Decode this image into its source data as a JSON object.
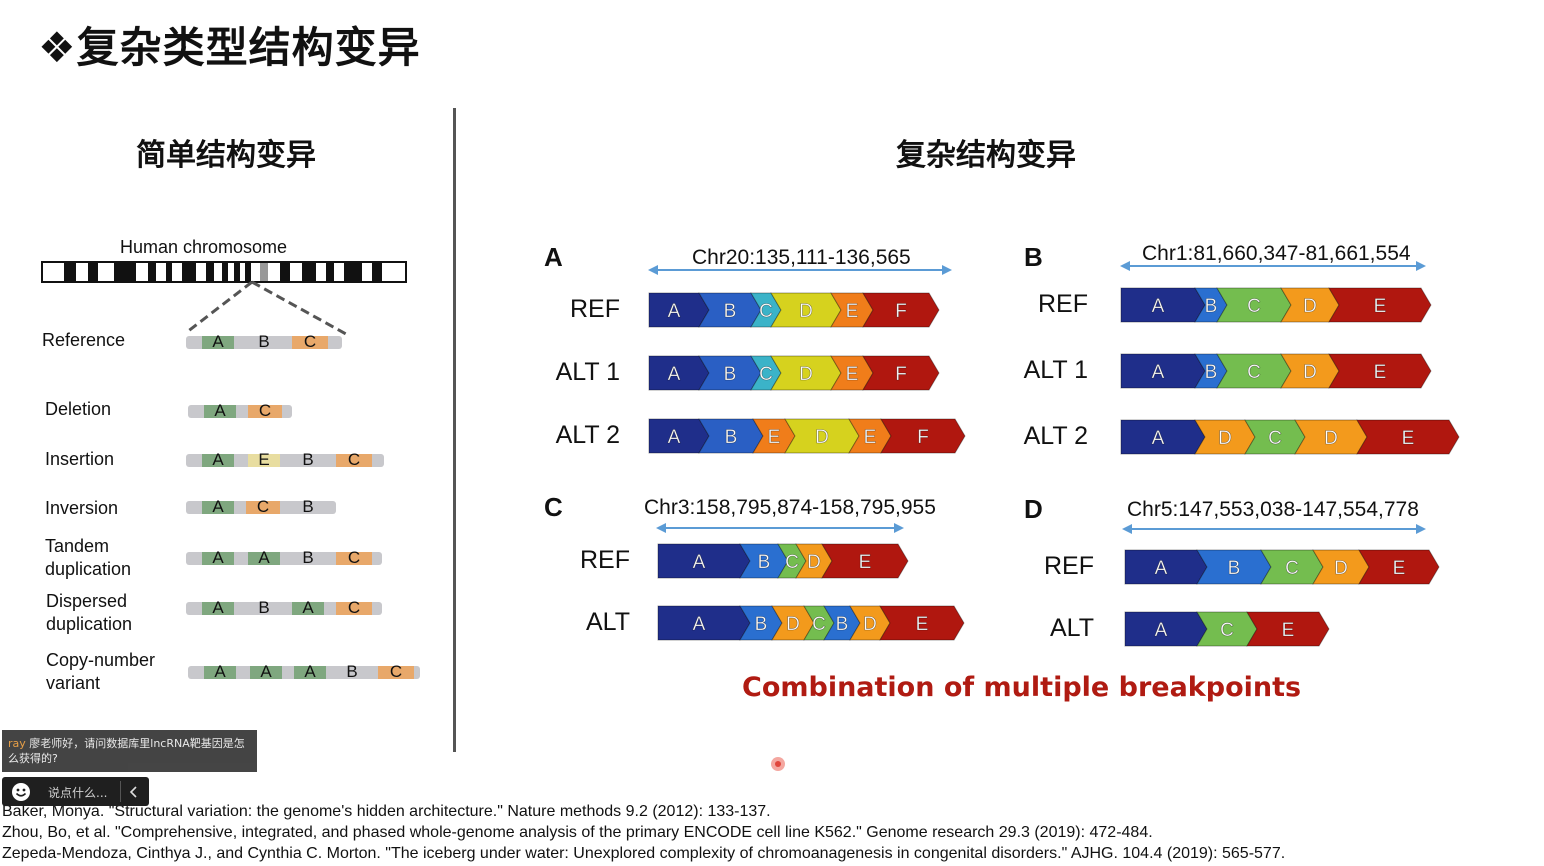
{
  "title": "❖复杂类型结构变异",
  "left_panel": {
    "heading": "简单结构变异",
    "chromosome_label": "Human  chromosome",
    "rows": [
      {
        "label": "Reference",
        "blocks": [
          "A",
          "B",
          "C"
        ]
      },
      {
        "label": "Deletion",
        "blocks": [
          "A",
          "C"
        ]
      },
      {
        "label": "Insertion",
        "blocks": [
          "A",
          "E",
          "B",
          "C"
        ]
      },
      {
        "label": "Inversion",
        "blocks": [
          "A",
          "C",
          "B"
        ]
      },
      {
        "label": "Tandem\nduplication",
        "blocks": [
          "A",
          "A",
          "B",
          "C"
        ]
      },
      {
        "label": "Dispersed\nduplication",
        "blocks": [
          "A",
          "B",
          "A",
          "C"
        ]
      },
      {
        "label": "Copy-number\nvariant",
        "blocks": [
          "A",
          "A",
          "A",
          "B",
          "C"
        ]
      }
    ]
  },
  "right_panel": {
    "heading": "复杂结构变异",
    "caption": "Combination of multiple breakpoints",
    "panels": [
      {
        "id": "A",
        "coord": "Chr20:135,111-136,565",
        "rows": [
          {
            "label": "REF",
            "segs": [
              "A",
              "B",
              "C",
              "D",
              "E",
              "F"
            ]
          },
          {
            "label": "ALT 1",
            "segs": [
              "A",
              "B",
              "C",
              "D",
              "E",
              "F"
            ]
          },
          {
            "label": "ALT 2",
            "segs": [
              "A",
              "B",
              "E",
              "D",
              "E",
              "F"
            ]
          }
        ]
      },
      {
        "id": "B",
        "coord": "Chr1:81,660,347-81,661,554",
        "rows": [
          {
            "label": "REF",
            "segs": [
              "A",
              "B",
              "C",
              "D",
              "E"
            ]
          },
          {
            "label": "ALT 1",
            "segs": [
              "A",
              "B",
              "C",
              "D",
              "E"
            ]
          },
          {
            "label": "ALT 2",
            "segs": [
              "A",
              "D",
              "C",
              "D",
              "E"
            ]
          }
        ]
      },
      {
        "id": "C",
        "coord": "Chr3:158,795,874-158,795,955",
        "rows": [
          {
            "label": "REF",
            "segs": [
              "A",
              "B",
              "C",
              "D",
              "E"
            ]
          },
          {
            "label": "ALT",
            "segs": [
              "A",
              "B",
              "D",
              "C",
              "B",
              "D",
              "E"
            ]
          }
        ]
      },
      {
        "id": "D",
        "coord": "Chr5:147,553,038-147,554,778",
        "rows": [
          {
            "label": "REF",
            "segs": [
              "A",
              "B",
              "C",
              "D",
              "E"
            ]
          },
          {
            "label": "ALT",
            "segs": [
              "A",
              "C",
              "E"
            ]
          }
        ]
      }
    ]
  },
  "references": [
    "Baker, Monya. \"Structural variation: the genome's hidden architecture.\" Nature methods 9.2 (2012): 133-137.",
    "Zhou, Bo, et al. \"Comprehensive, integrated, and phased whole-genome analysis of the primary ENCODE cell line K562.\" Genome research 29.3 (2019): 472-484.",
    "Zepeda-Mendoza, Cinthya J., and Cynthia C. Morton. \"The iceberg under water: Unexplored complexity of chromoanagenesis in congenital disorders.\" AJHG. 104.4 (2019): 565-577."
  ],
  "overlay": {
    "comment_user": "ray",
    "comment_text": "廖老师好，请问数据库里lncRNA靶基因是怎么获得的?",
    "chat_placeholder": "说点什么..."
  },
  "colors": {
    "left_blocks": {
      "A": "#7fa77f",
      "B": "#c8c8cc",
      "C": "#e8a86a",
      "E": "#e8dda0"
    },
    "segments": {
      "A": "#1f2e8a",
      "B": "#2a5fc4",
      "C": "#3bb3c8",
      "D": "#d6d21e",
      "E": "#f07d1a",
      "F": "#b0170f"
    },
    "segments_BD": {
      "A": "#1f2e8a",
      "B": "#2a6fd0",
      "C": "#74bd4f",
      "D": "#f39a1c",
      "E": "#b0170f"
    },
    "caption": "#b01b12"
  }
}
